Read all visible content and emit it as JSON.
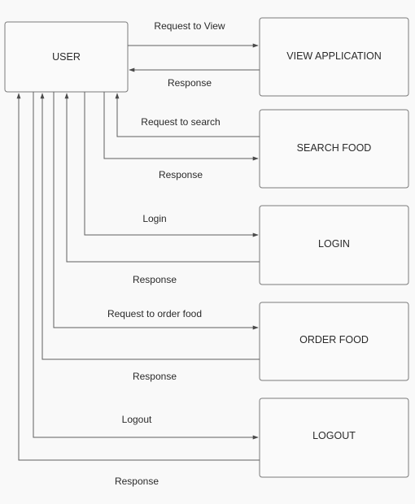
{
  "boxes": {
    "user": "USER",
    "view_application": "VIEW APPLICATION",
    "search_food": "SEARCH FOOD",
    "login": "LOGIN",
    "order_food": "ORDER FOOD",
    "logout": "LOGOUT"
  },
  "edges": {
    "view_request": "Request to View",
    "view_response": "Response",
    "search_request": "Request to search",
    "search_response": "Response",
    "login_request": "Login",
    "login_response": "Response",
    "order_request": "Request to order food",
    "order_response": "Response",
    "logout_request": "Logout",
    "logout_response": "Response"
  }
}
